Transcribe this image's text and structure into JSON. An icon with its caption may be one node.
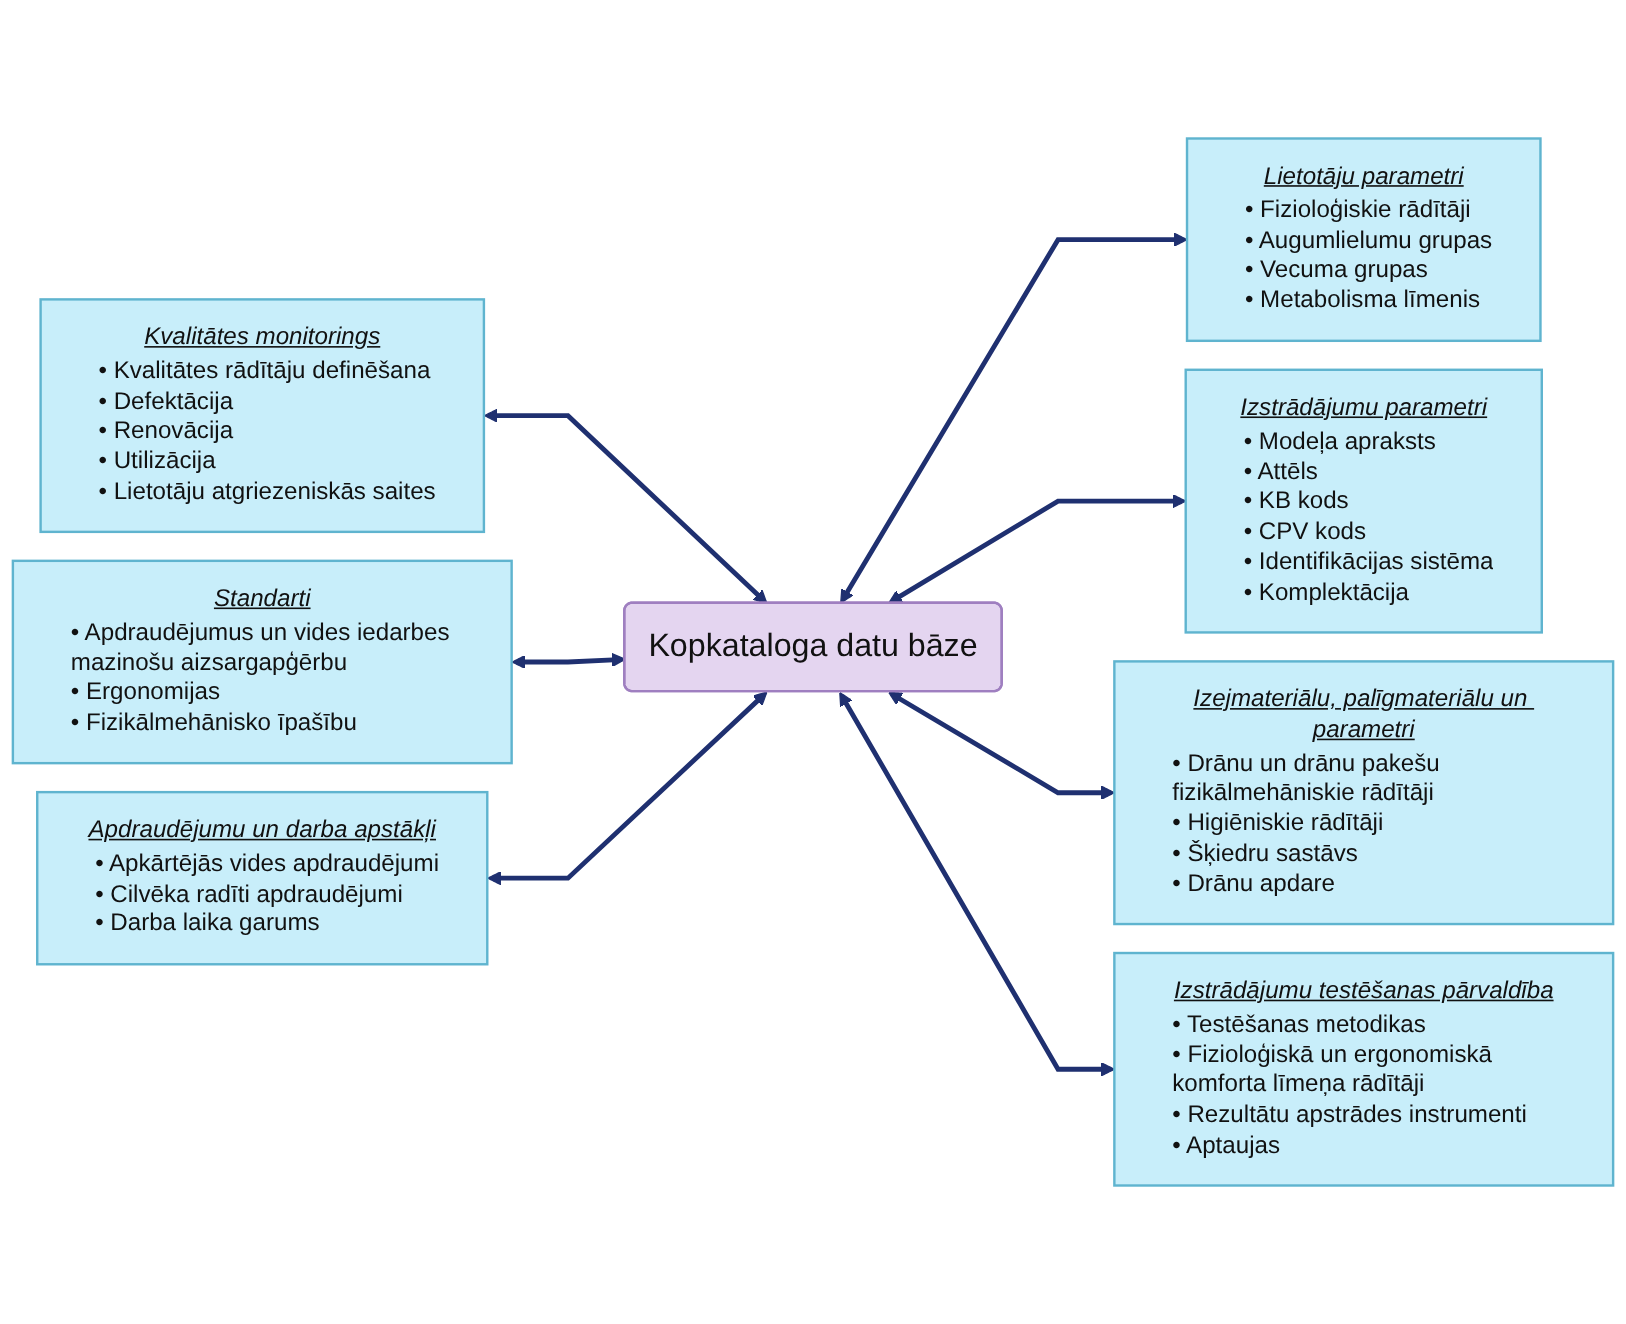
{
  "diagram": {
    "nodes": [
      {
        "text": [
          "Kvalitātes monitorings",
          "• Kvalitātes rādītāju definēšana",
          "• Defektācija",
          "• Renovācija",
          "• Utilizācija",
          "• Lietotāju atgriezeniskās saites"
        ]
      },
      {
        "text": [
          "Lietotāju parametri",
          "• Fizioloģiskie rādītāji",
          "• Augumlielumu grupas",
          "• Vecuma grupas",
          "• Metabolisma līmenis"
        ]
      },
      {
        "text": [
          "Izstrādājumu parametri",
          "• Modeļa apraksts",
          "• Attēls",
          "• KB kods",
          "• CPV kods",
          "• Identifikācijas sistēma",
          "• Komplektācija"
        ]
      },
      {
        "text": [
          "Kopkataloga datu bāze"
        ]
      },
      {
        "text": [
          "Standarti",
          "• Apdraudējumus un vides iedarbes mazinošu aizsargapģērbu",
          "• Ergonomijas",
          "• Fizikālmehānisko īpašību"
        ]
      },
      {
        "text": [
          "Izejmateriālu, palīgmateriālu un parametri",
          "• Drānu un drānu pakešu fizikālmehāniskie rādītāji",
          "• Higiēniskie rādītāji",
          "• Šķiedru sastāvs",
          "• Drānu apdare"
        ]
      },
      {
        "text": [
          "Izstrādājumu testēšanas pārvaldība",
          "• Testēšanas metodikas",
          "• Fizioloģiskā un ergonomiskā komforta līmeņa rādītāji",
          "• Rezultātu apstrādes instrumenti",
          "• Aptaujas"
        ]
      },
      {
        "text": [
          "Apdraudējumu un darba apstākļi",
          "• Apkārtējās vides apdraudējumi",
          "• Cilvēka radīti apdraudējumi",
          "• Darba laika garums"
        ]
      }
    ],
    "edges": [
      {
        "from": 0,
        "to": 3,
        "arrow": "both"
      },
      {
        "from": 4,
        "to": 3,
        "arrow": "both"
      },
      {
        "from": 7,
        "to": 3,
        "arrow": "both"
      },
      {
        "from": 3,
        "to": 1,
        "arrow": "both"
      },
      {
        "from": 3,
        "to": 2,
        "arrow": "both"
      },
      {
        "from": 3,
        "to": 5,
        "arrow": "both"
      },
      {
        "from": 3,
        "to": 6,
        "arrow": "both"
      }
    ]
  }
}
